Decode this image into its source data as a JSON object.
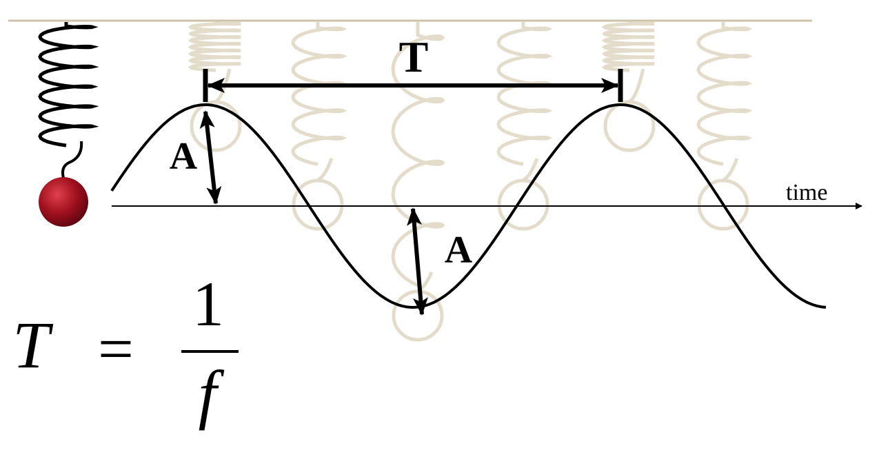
{
  "labels": {
    "period": "T",
    "amplitude_top": "A",
    "amplitude_bottom": "A",
    "time_axis": "time"
  },
  "formula": {
    "lhs": "T",
    "equals": "=",
    "numerator": "1",
    "denominator": "f"
  },
  "colors": {
    "ghost_spring": "#e3dccb",
    "ceiling": "#cfc2a8",
    "curve": "#000000",
    "mass": "#a0101e",
    "mass_highlight": "#e0404c"
  },
  "icons": {
    "spring": "coil-spring-icon",
    "mass": "red-ball-icon"
  }
}
